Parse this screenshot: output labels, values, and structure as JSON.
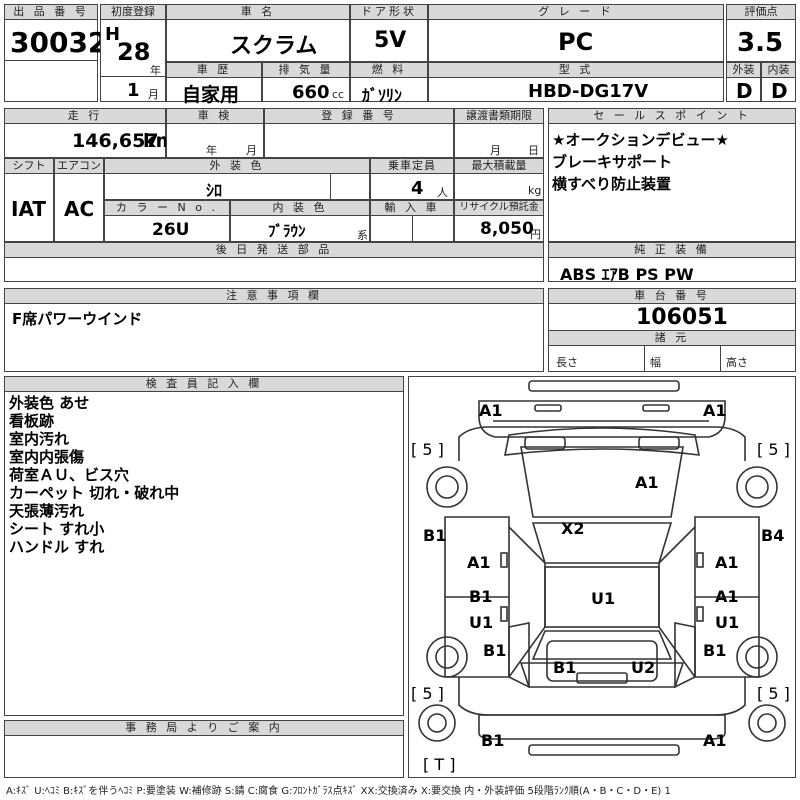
{
  "header": {
    "lot_label": "出 品 番 号",
    "lot_number": "30032",
    "first_reg_label": "初度登録",
    "era": "H",
    "year": "28",
    "year_unit": "年",
    "month": "1",
    "month_unit": "月",
    "car_name_label": "車 名",
    "car_name": "スクラム",
    "door_label": "ドア形状",
    "door": "5V",
    "grade_label": "グ レ ー ド",
    "grade": "PC",
    "score_label": "評価点",
    "score": "3.5",
    "history_label": "車 歴",
    "history": "自家用",
    "displacement_label": "排 気 量",
    "displacement": "660",
    "displacement_unit": "cc",
    "fuel_label": "燃 料",
    "fuel": "ｶﾞｿﾘﾝ",
    "model_label": "型 式",
    "model": "HBD-DG17V",
    "exterior_label": "外装",
    "exterior": "D",
    "interior_label": "内装",
    "interior": "D"
  },
  "row2": {
    "mileage_label": "走 行",
    "mileage": "146,657",
    "mileage_unit": "km",
    "inspection_label": "車 検",
    "inspection_year_unit": "年",
    "inspection_month_unit": "月",
    "registration_label": "登 録 番 号",
    "transfer_label": "譲渡書類期限",
    "transfer_month_unit": "月",
    "transfer_day_unit": "日",
    "sales_label": "セ ー ル ス ポ イ ン ト",
    "sales_points": [
      "★オークションデビュー★",
      "ブレーキサポート",
      "横すべり防止装置"
    ]
  },
  "row3": {
    "shift_label": "シフト",
    "shift": "IAT",
    "ac_label": "エアコン",
    "ac": "AC",
    "color_label": "外 装 色",
    "color": "ｼﾛ",
    "capacity_label": "乗車定員",
    "capacity": "4",
    "capacity_unit": "人",
    "load_label": "最大積載量",
    "load_unit": "kg",
    "color_no_label": "カ ラ ー N o .",
    "color_no": "26U",
    "interior_color_label": "内 装 色",
    "interior_color": "ﾌﾞﾗｳﾝ",
    "interior_color_unit": "系",
    "import_label": "輸 入 車",
    "recycle_label": "リサイクル預託金",
    "recycle": "8,050",
    "recycle_unit": "円"
  },
  "later_parts_label": "後 日 発 送 部 品",
  "equipment_label": "純 正 装 備",
  "equipment": "ABS ｴｱB PS PW",
  "caution_label": "注 意 事 項 欄",
  "caution": "F席パワーウインド",
  "chassis_label": "車 台 番 号",
  "chassis": "106051",
  "spec_label": "諸 元",
  "length_label": "長さ",
  "width_label": "幅",
  "height_label": "高さ",
  "inspector_label": "検 査 員 記 入 欄",
  "inspector_notes": [
    "外装色 あせ",
    "看板跡",
    "室内汚れ",
    "室内内張傷",
    "荷室ＡＵ、ビス穴",
    "カーペット 切れ・破れ中",
    "天張薄汚れ",
    "シート すれ小",
    "ハンドル すれ"
  ],
  "office_label": "事 務 局 よ り ご 案 内",
  "diagram": {
    "tire_fl": "[ 5 ]",
    "tire_fr": "[ 5 ]",
    "tire_rl": "[ 5 ]",
    "tire_rr": "[ 5 ]",
    "tire_t": "[ T ]",
    "marks": {
      "front_bumper_l": "A1",
      "front_bumper_r": "A1",
      "hood": "A1",
      "windshield": "X2",
      "fender_l": "B1",
      "fender_r": "B4",
      "door_fl": "A1",
      "door_fr": "A1",
      "door_rl_b": "B1",
      "door_rl_u": "U1",
      "door_rr_a": "A1",
      "door_rr_u": "U1",
      "roof": "U1",
      "quarter_l": "B1",
      "quarter_r": "B1",
      "back_l": "B1",
      "back_r": "U2",
      "rear_bumper_l": "B1",
      "rear_bumper_r": "A1"
    }
  },
  "legend": "A:ｷｽﾞ U:ﾍｺﾐ B:ｷｽﾞを伴うﾍｺﾐ P:要塗装 W:補修跡 S:錆 C:腐食 G:ﾌﾛﾝﾄｶﾞﾗｽ点ｷｽﾞ XX:交換済み X:要交換 内・外装評価 5段階ﾗﾝｸ順(A・B・C・D・E) 1"
}
